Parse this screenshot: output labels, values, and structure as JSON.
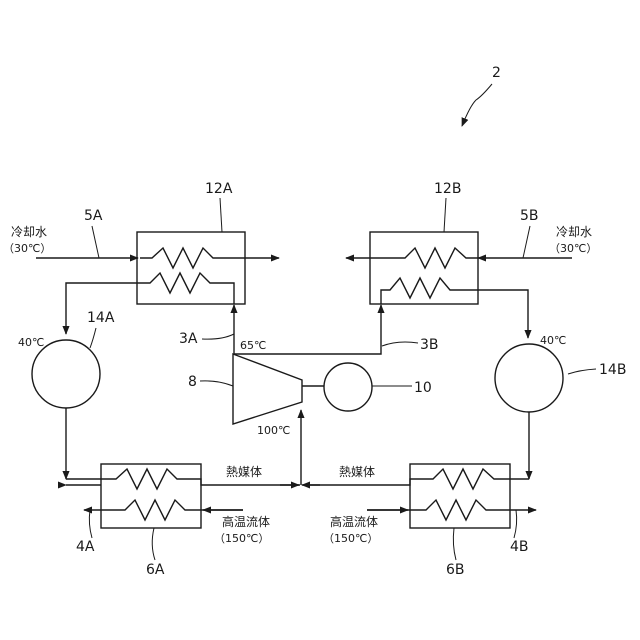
{
  "labels": {
    "system_ref": "2",
    "condenser_a": "12A",
    "condenser_b": "12B",
    "cooling_water_a": "5A",
    "cooling_water_b": "5B",
    "cooling_water_text": "冷却水",
    "cooling_water_temp": "（30℃）",
    "tank_a": "14A",
    "tank_b": "14B",
    "tank_temp": "40℃",
    "outlet_a": "3A",
    "outlet_b": "3B",
    "outlet_temp": "65℃",
    "turbine": "8",
    "generator": "10",
    "inlet_temp": "100℃",
    "heat_medium": "熱媒体",
    "hot_fluid": "高温流体",
    "hot_fluid_temp": "（150℃）",
    "hot_stream_a": "4A",
    "hot_stream_b": "4B",
    "evaporator_a": "6A",
    "evaporator_b": "6B"
  }
}
